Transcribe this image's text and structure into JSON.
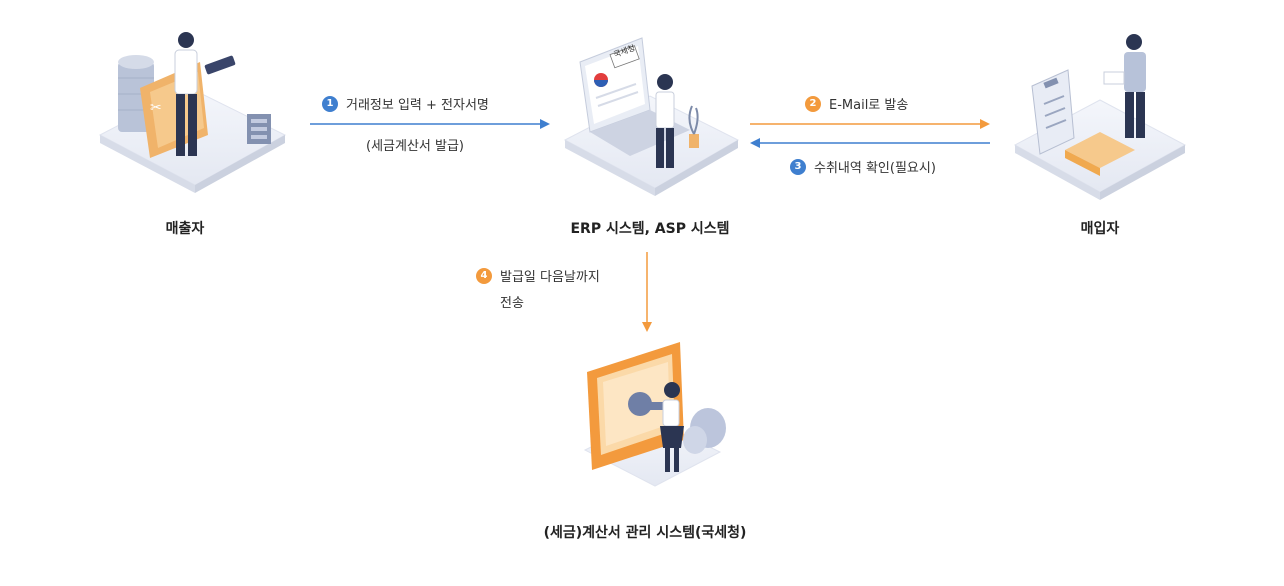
{
  "colors": {
    "blue": "#3f7fcf",
    "orange": "#f39a3d",
    "ink": "#222222"
  },
  "nodes": {
    "seller": "매출자",
    "system": "ERP 시스템, ASP 시스템",
    "buyer": "매입자",
    "nts": "(세금)계산서 관리 시스템(국세청)"
  },
  "steps": [
    {
      "num": "1",
      "text": "거래정보 입력 + 전자서명",
      "sub": "(세금계산서 발급)"
    },
    {
      "num": "2",
      "text": "E-Mail로 발송"
    },
    {
      "num": "3",
      "text": "수취내역 확인(필요시)"
    },
    {
      "num": "4",
      "text": "발급일 다음날까지",
      "sub": "전송"
    }
  ],
  "screen_seal_text": "국세청",
  "icons": [
    "seller-illustration-icon",
    "erp-system-illustration-icon",
    "buyer-illustration-icon",
    "nts-system-illustration-icon"
  ]
}
